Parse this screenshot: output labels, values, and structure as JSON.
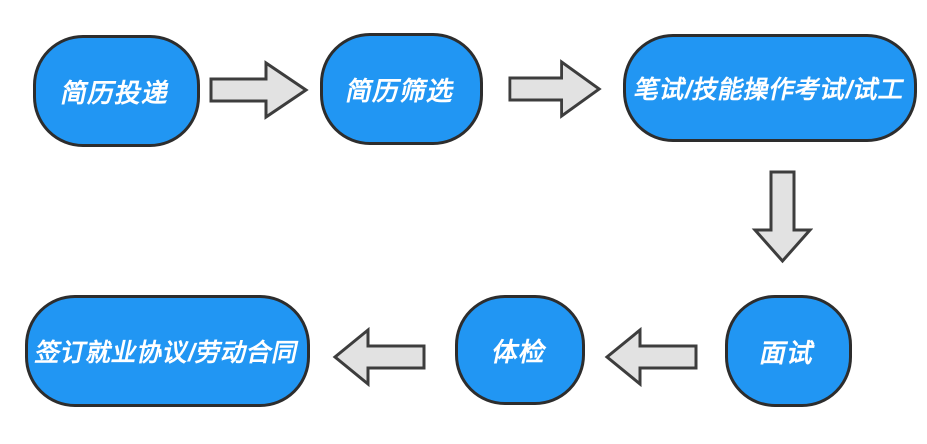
{
  "diagram": {
    "type": "flowchart",
    "topic": "recruitment-process",
    "colors": {
      "background": "#ffffff",
      "node_fill": "#2196f3",
      "node_border": "#2d2d2d",
      "node_text": "#ffffff",
      "arrow_fill": "#e2e2e2",
      "arrow_border": "#3d3d3d"
    },
    "nodes": [
      {
        "id": "resume-submission",
        "label": "简历投递"
      },
      {
        "id": "resume-screening",
        "label": "简历筛选"
      },
      {
        "id": "written-skill-test",
        "label": "笔试/技能操作考试/试工"
      },
      {
        "id": "interview",
        "label": "面试"
      },
      {
        "id": "physical-exam",
        "label": "体检"
      },
      {
        "id": "sign-contract",
        "label": "签订就业协议/劳动合同"
      }
    ],
    "edges": [
      {
        "from": "resume-submission",
        "to": "resume-screening",
        "direction": "right"
      },
      {
        "from": "resume-screening",
        "to": "written-skill-test",
        "direction": "right"
      },
      {
        "from": "written-skill-test",
        "to": "interview",
        "direction": "down"
      },
      {
        "from": "interview",
        "to": "physical-exam",
        "direction": "left"
      },
      {
        "from": "physical-exam",
        "to": "sign-contract",
        "direction": "left"
      }
    ]
  }
}
